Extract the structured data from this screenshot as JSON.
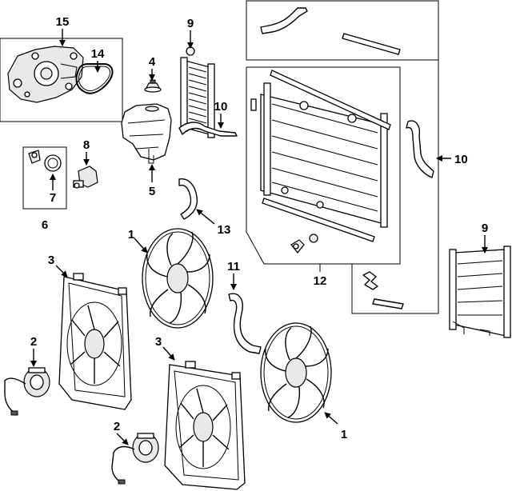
{
  "callouts": [
    {
      "id": "c15",
      "label": "15"
    },
    {
      "id": "c14",
      "label": "14"
    },
    {
      "id": "c4",
      "label": "4"
    },
    {
      "id": "c9a",
      "label": "9"
    },
    {
      "id": "c10a",
      "label": "10"
    },
    {
      "id": "c5",
      "label": "5"
    },
    {
      "id": "c8",
      "label": "8"
    },
    {
      "id": "c7",
      "label": "7"
    },
    {
      "id": "c6",
      "label": "6"
    },
    {
      "id": "c13",
      "label": "13"
    },
    {
      "id": "c10b",
      "label": "10"
    },
    {
      "id": "c9b",
      "label": "9"
    },
    {
      "id": "c12",
      "label": "12"
    },
    {
      "id": "c11",
      "label": "11"
    },
    {
      "id": "c1a",
      "label": "1"
    },
    {
      "id": "c3a",
      "label": "3"
    },
    {
      "id": "c2a",
      "label": "2"
    },
    {
      "id": "c3b",
      "label": "3"
    },
    {
      "id": "c1b",
      "label": "1"
    },
    {
      "id": "c2b",
      "label": "2"
    }
  ]
}
